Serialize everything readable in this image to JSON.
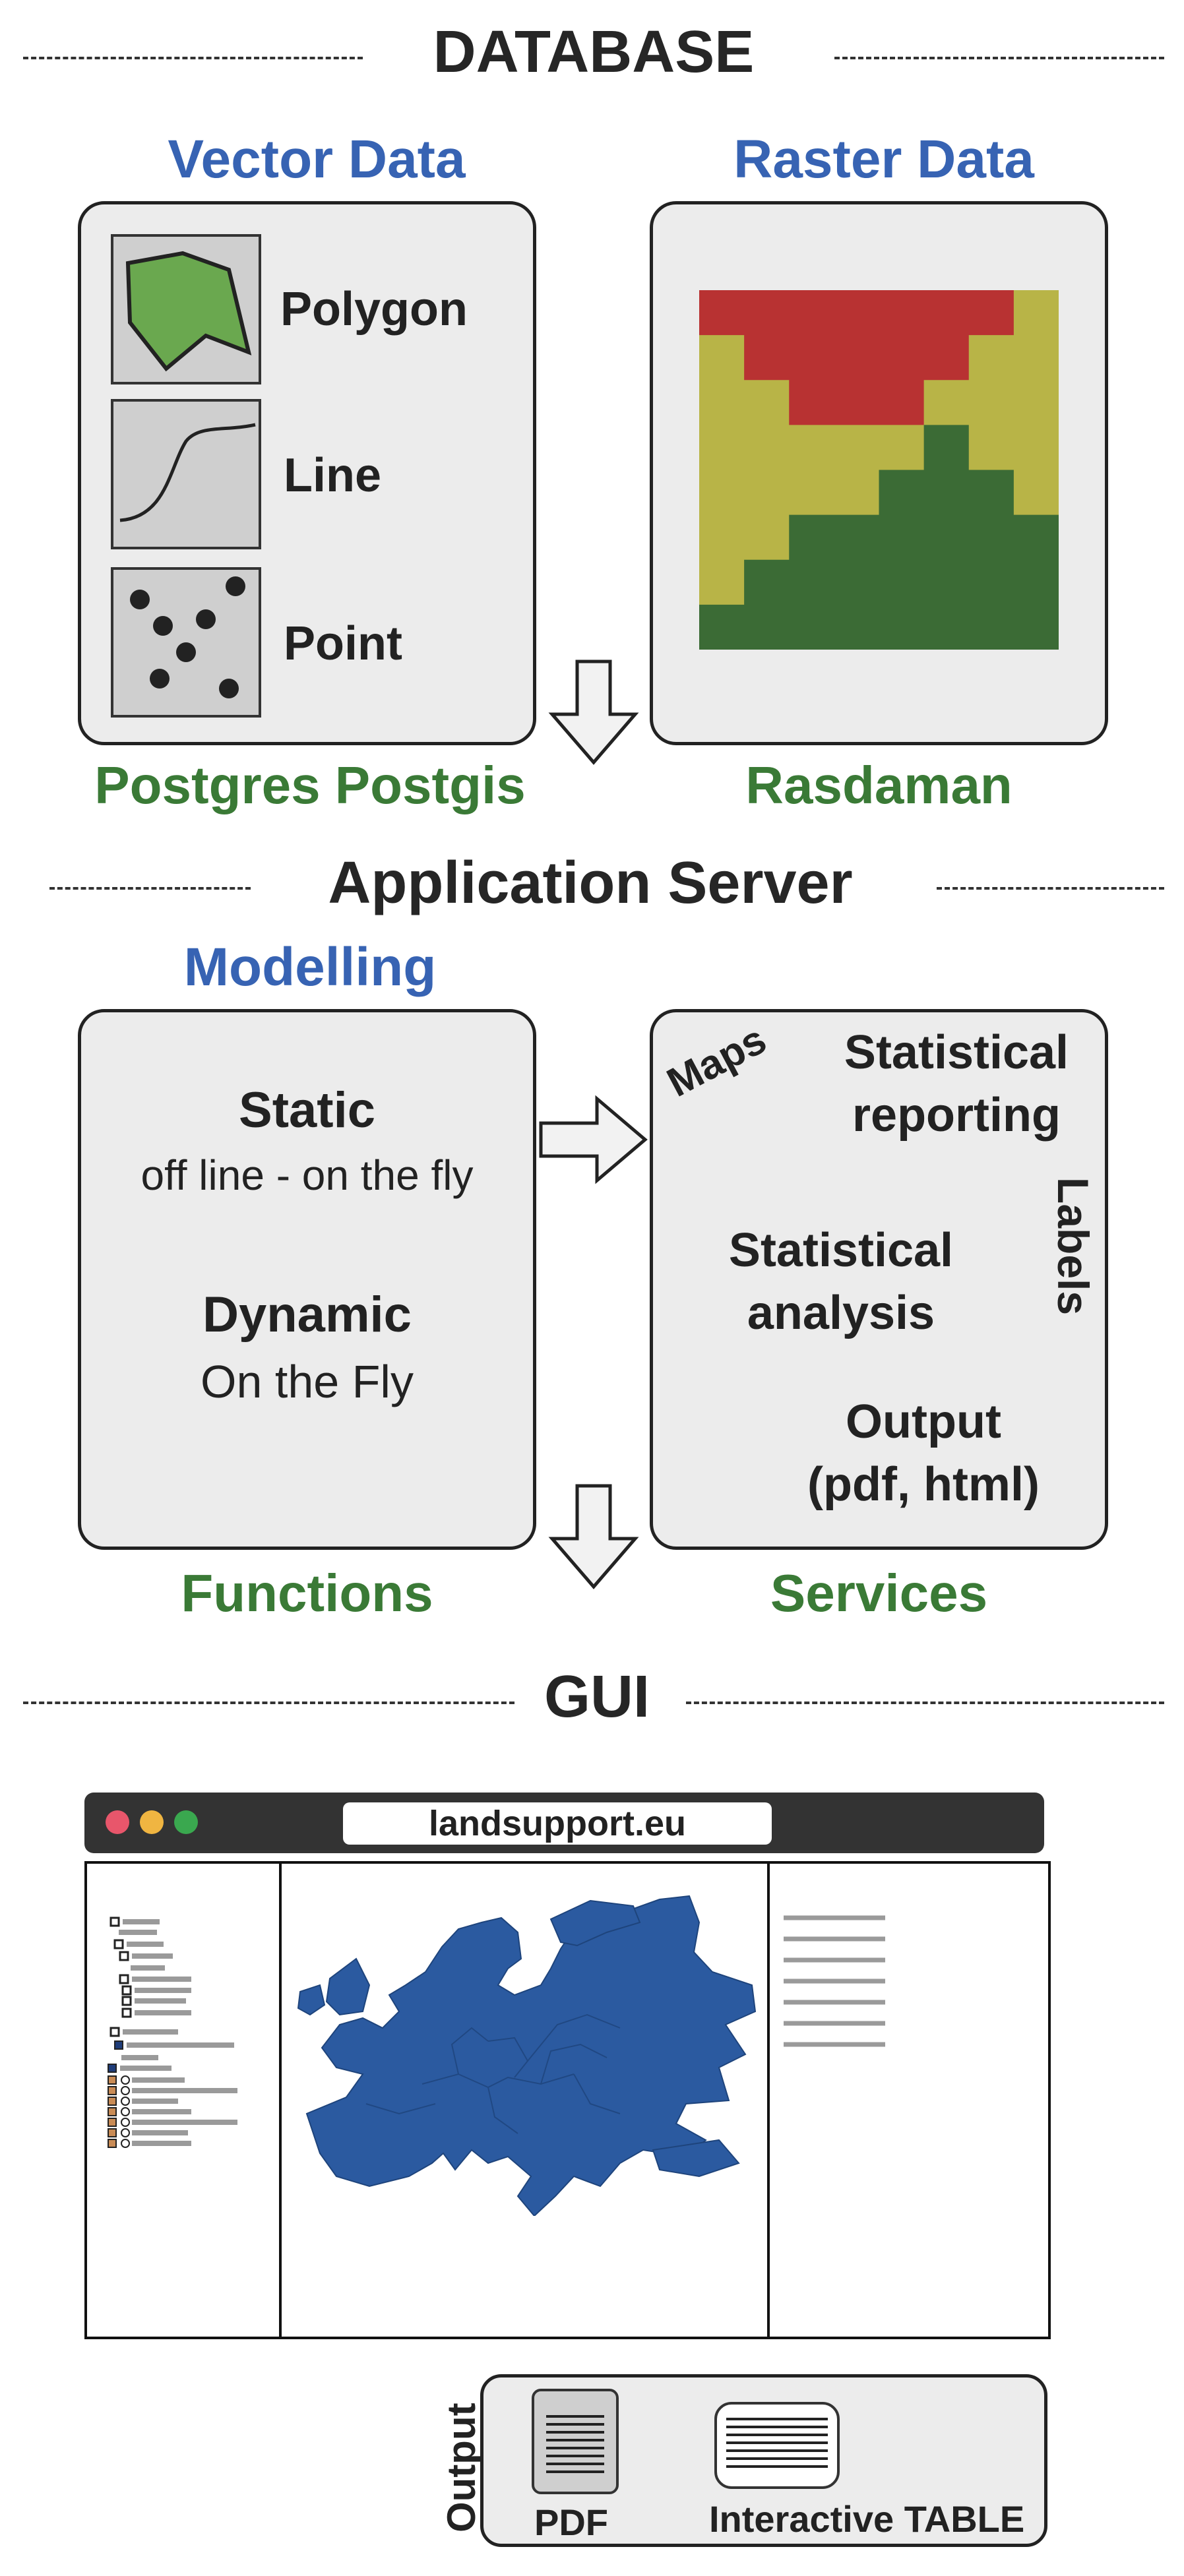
{
  "database": {
    "title": "DATABASE",
    "vector_title": "Vector Data",
    "raster_title": "Raster Data",
    "vector_items": [
      "Polygon",
      "Line",
      "Point"
    ],
    "vector_store": "Postgres Postgis",
    "raster_store": "Rasdaman",
    "colors": {
      "red": "#b83232",
      "yellow": "#b8b447",
      "green": "#3b6b35",
      "polygon": "#6aa84f"
    }
  },
  "app_server": {
    "title": "Application Server",
    "modelling_title": "Modelling",
    "static_title": "Static",
    "static_sub": "off line - on the fly",
    "dynamic_title": "Dynamic",
    "dynamic_sub": "On the Fly",
    "maps": "Maps",
    "stat_reporting_1": "Statistical",
    "stat_reporting_2": "reporting",
    "labels": "Labels",
    "stat_analysis_1": "Statistical",
    "stat_analysis_2": "analysis",
    "output_1": "Output",
    "output_2": "(pdf, html)",
    "functions": "Functions",
    "services": "Services"
  },
  "gui": {
    "title": "GUI",
    "url": "landsupport.eu",
    "output_label": "Output",
    "pdf_label": "PDF",
    "table_label": "Interactive TABLE",
    "map_color": "#2b5aa0"
  }
}
